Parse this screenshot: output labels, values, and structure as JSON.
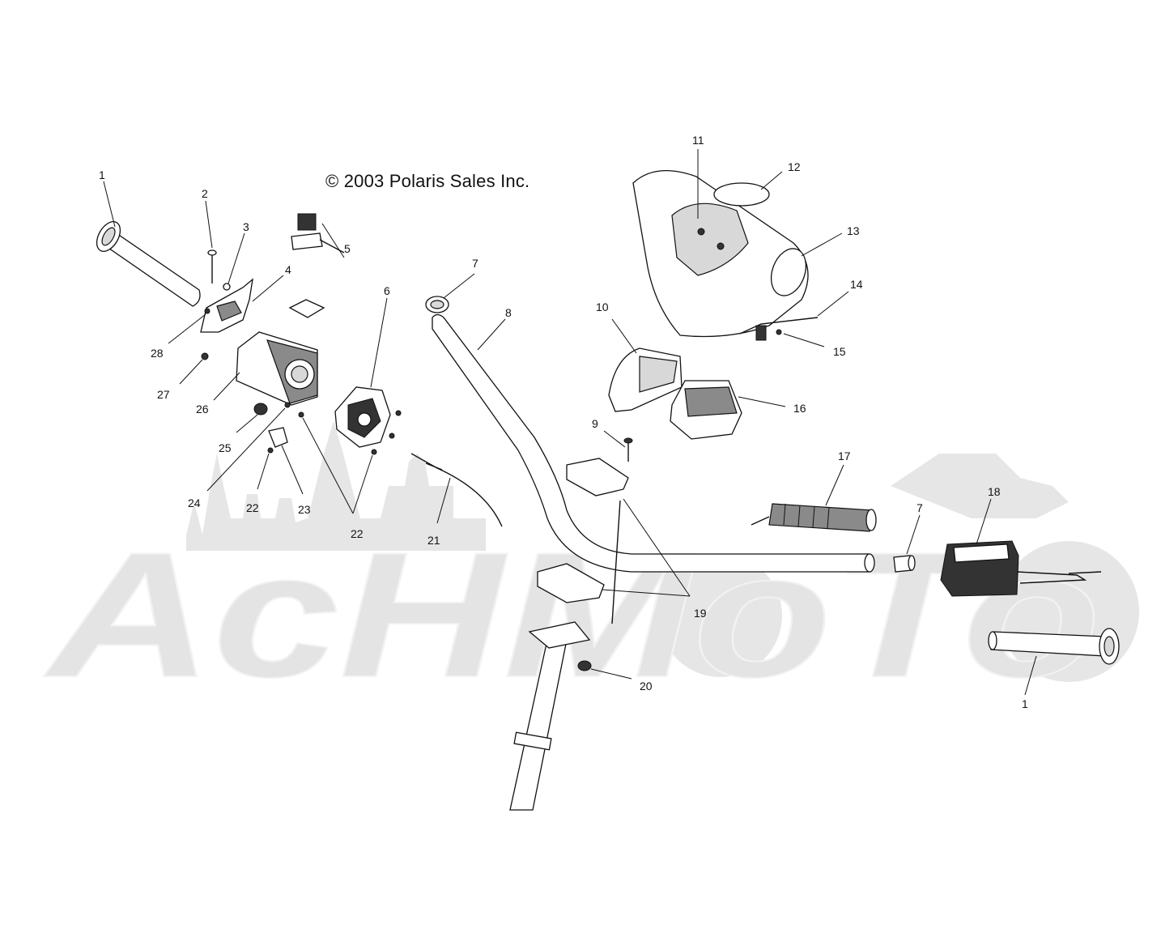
{
  "diagram": {
    "copyright": "© 2003 Polaris Sales Inc.",
    "watermark_text": "AcHMoTo",
    "callouts": [
      "1",
      "2",
      "3",
      "4",
      "5",
      "6",
      "7",
      "8",
      "9",
      "10",
      "11",
      "12",
      "13",
      "14",
      "15",
      "16",
      "17",
      "18",
      "19",
      "20",
      "21",
      "22",
      "23",
      "24",
      "25",
      "26",
      "27",
      "28"
    ],
    "labels": {
      "c1a": "1",
      "c2": "2",
      "c3": "3",
      "c4": "4",
      "c5": "5",
      "c6": "6",
      "c7a": "7",
      "c8": "8",
      "c9": "9",
      "c10": "10",
      "c11": "11",
      "c12": "12",
      "c13": "13",
      "c14": "14",
      "c15": "15",
      "c16": "16",
      "c17": "17",
      "c18": "18",
      "c7b": "7",
      "c19": "19",
      "c20": "20",
      "c21": "21",
      "c22a": "22",
      "c22b": "22",
      "c23": "23",
      "c24": "24",
      "c25": "25",
      "c26": "26",
      "c27": "27",
      "c28": "28",
      "c1b": "1"
    }
  }
}
